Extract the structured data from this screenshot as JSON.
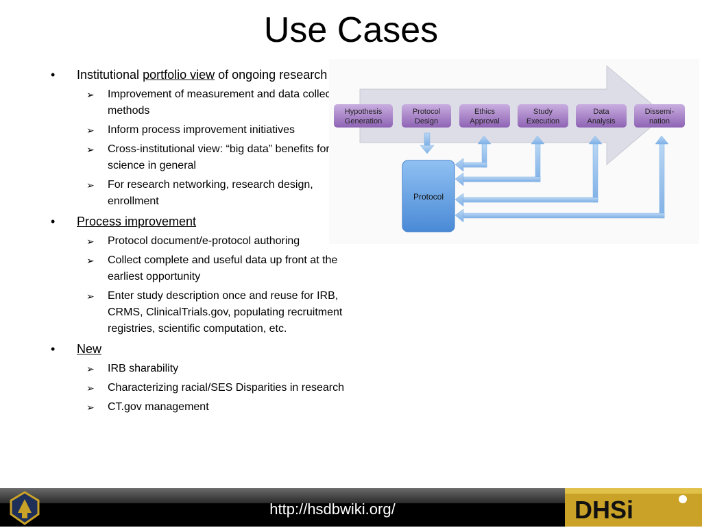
{
  "title": "Use Cases",
  "bullets": [
    {
      "prefix": "Institutional ",
      "link": "portfolio view",
      "suffix": " of ongoing research",
      "subs": [
        "Improvement of measurement and data collection methods",
        "Inform process improvement initiatives",
        "Cross-institutional view: “big data” benefits for science in general",
        "For research networking, research design, enrollment"
      ]
    },
    {
      "link": "Process improvement",
      "subs": [
        "Protocol document/e-protocol authoring",
        "Collect complete and useful data up front at the earliest opportunity",
        "Enter study description once and reuse for IRB, CRMS, ClinicalTrials.gov, populating recruitment registries, scientific computation, etc."
      ]
    },
    {
      "link": "New",
      "subs": [
        "IRB sharability",
        "Characterizing racial/SES Disparities in research",
        "CT.gov management"
      ]
    }
  ],
  "diagram": {
    "stages": [
      {
        "line1": "Hypothesis",
        "line2": "Generation"
      },
      {
        "line1": "Protocol",
        "line2": "Design"
      },
      {
        "line1": "Ethics",
        "line2": "Approval"
      },
      {
        "line1": "Study",
        "line2": "Execution"
      },
      {
        "line1": "Data",
        "line2": "Analysis"
      },
      {
        "line1": "Dissemi-",
        "line2": "nation"
      }
    ],
    "protocol_label": "Protocol"
  },
  "footer": {
    "url": "http://hsdbwiki.org/",
    "logo_text": "DHSi"
  },
  "colors": {
    "stage_fill": "#9b6fbd",
    "protocol_fill": "#5b9be0",
    "arrow_fill": "#8dbbea",
    "big_arrow": "#dcdce6",
    "dhsi_gold": "#c9a227"
  }
}
